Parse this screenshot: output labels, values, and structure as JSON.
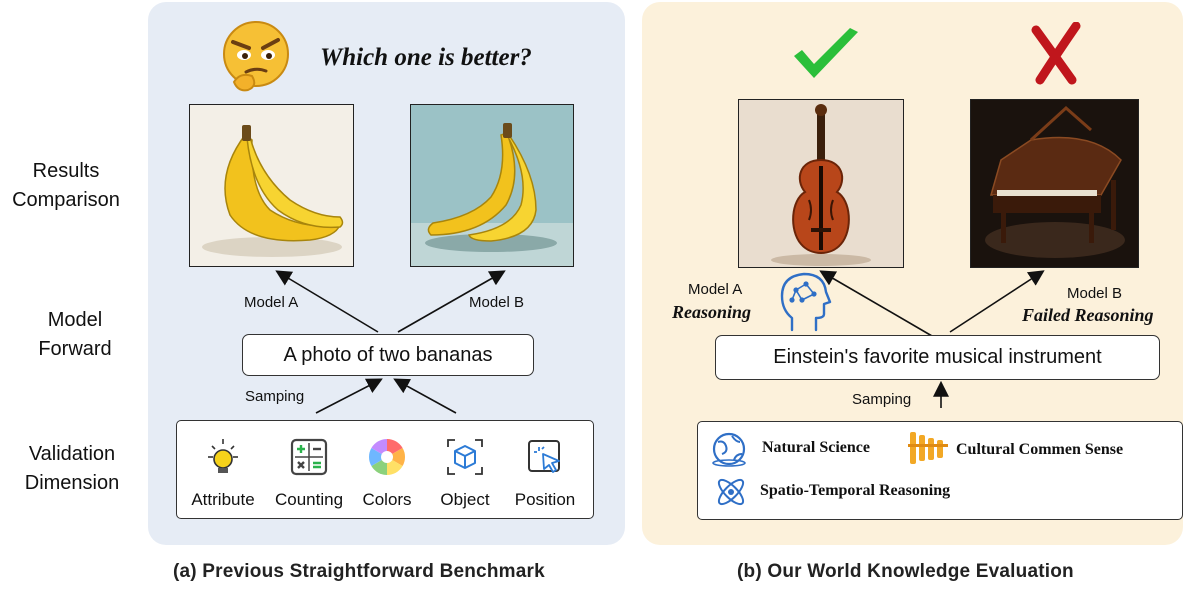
{
  "row_labels": {
    "results": [
      "Results",
      "Comparison"
    ],
    "forward": [
      "Model",
      "Forward"
    ],
    "validation": [
      "Validation",
      "Dimension"
    ]
  },
  "panel_a": {
    "question": "Which one is better?",
    "model_a_label": "Model A",
    "model_b_label": "Model B",
    "prompt": "A photo of two bananas",
    "sampling_label": "Samping",
    "dimensions": [
      {
        "label": "Attribute",
        "icon": "lightbulb-icon"
      },
      {
        "label": "Counting",
        "icon": "calculator-icon"
      },
      {
        "label": "Colors",
        "icon": "color-wheel-icon"
      },
      {
        "label": "Object",
        "icon": "cube-focus-icon"
      },
      {
        "label": "Position",
        "icon": "cursor-position-icon"
      }
    ],
    "caption": "(a) Previous Straightforward Benchmark",
    "colors": {
      "background": "#e6ecf5",
      "accent": "#2c6fb5"
    }
  },
  "panel_b": {
    "model_a_label": "Model A",
    "model_a_reason": "Reasoning",
    "model_b_label": "Model B",
    "model_b_reason": "Failed Reasoning",
    "prompt": "Einstein's favorite musical instrument",
    "sampling_label": "Samping",
    "knowledge": [
      {
        "label": "Natural Science",
        "icon": "globe-icon"
      },
      {
        "label": "Cultural Commen Sense",
        "icon": "xylophone-icon"
      },
      {
        "label": "Spatio-Temporal Reasoning",
        "icon": "atom-icon"
      }
    ],
    "caption": "(b) Our World Knowledge Evaluation",
    "colors": {
      "background": "#fcf1db",
      "check": "#2bbf3a",
      "cross": "#c0161c"
    }
  }
}
